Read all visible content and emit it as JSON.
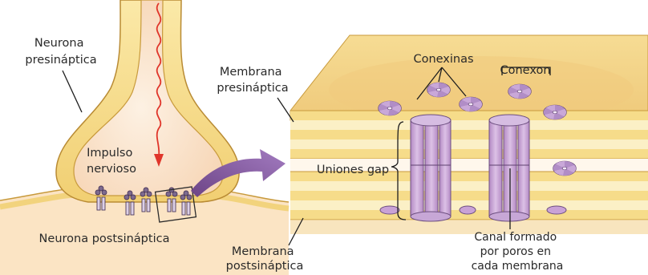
{
  "labels": {
    "presynaptic_neuron": [
      "Neurona",
      "presináptica"
    ],
    "nerve_impulse": [
      "Impulso",
      "nervioso"
    ],
    "postsynaptic_neuron": "Neurona postsináptica",
    "presynaptic_membrane": [
      "Membrana",
      "presináptica"
    ],
    "postsynaptic_membrane": [
      "Membrana",
      "postsináptica"
    ],
    "connexins": "Conexinas",
    "connexon": "Conexon",
    "gap_junctions": "Uniones gap",
    "pore_channel": [
      "Canal formado",
      "por poros en",
      "cada membrana"
    ]
  },
  "colors": {
    "membrane": "#f6dc8a",
    "membrane_edge": "#c89a3c",
    "cytoplasm": "#fbe3c6",
    "protein": "#c9a2d6",
    "protein_edge": "#6d4f80",
    "impulse_arrow": "#e0352a",
    "zoom_arrow": "#8a5aa8"
  },
  "icons": {
    "zoom_arrow": "magnify-arrow-icon",
    "impulse": "wavy-red-arrow-icon"
  }
}
